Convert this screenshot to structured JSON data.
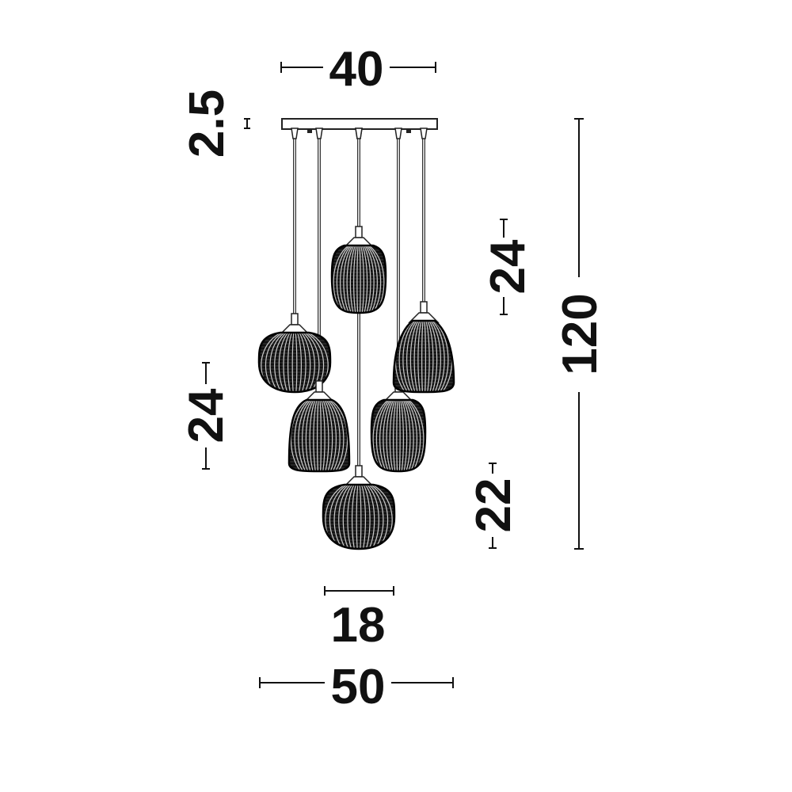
{
  "dimensions": {
    "canopy_width": "40",
    "canopy_height": "2.5",
    "upper_shade_height": "24",
    "total_height": "120",
    "left_shade_height": "24",
    "bottom_shade_height": "22",
    "shade_width": "18",
    "overall_width": "50"
  },
  "colors": {
    "line": "#111111",
    "background": "#ffffff"
  }
}
